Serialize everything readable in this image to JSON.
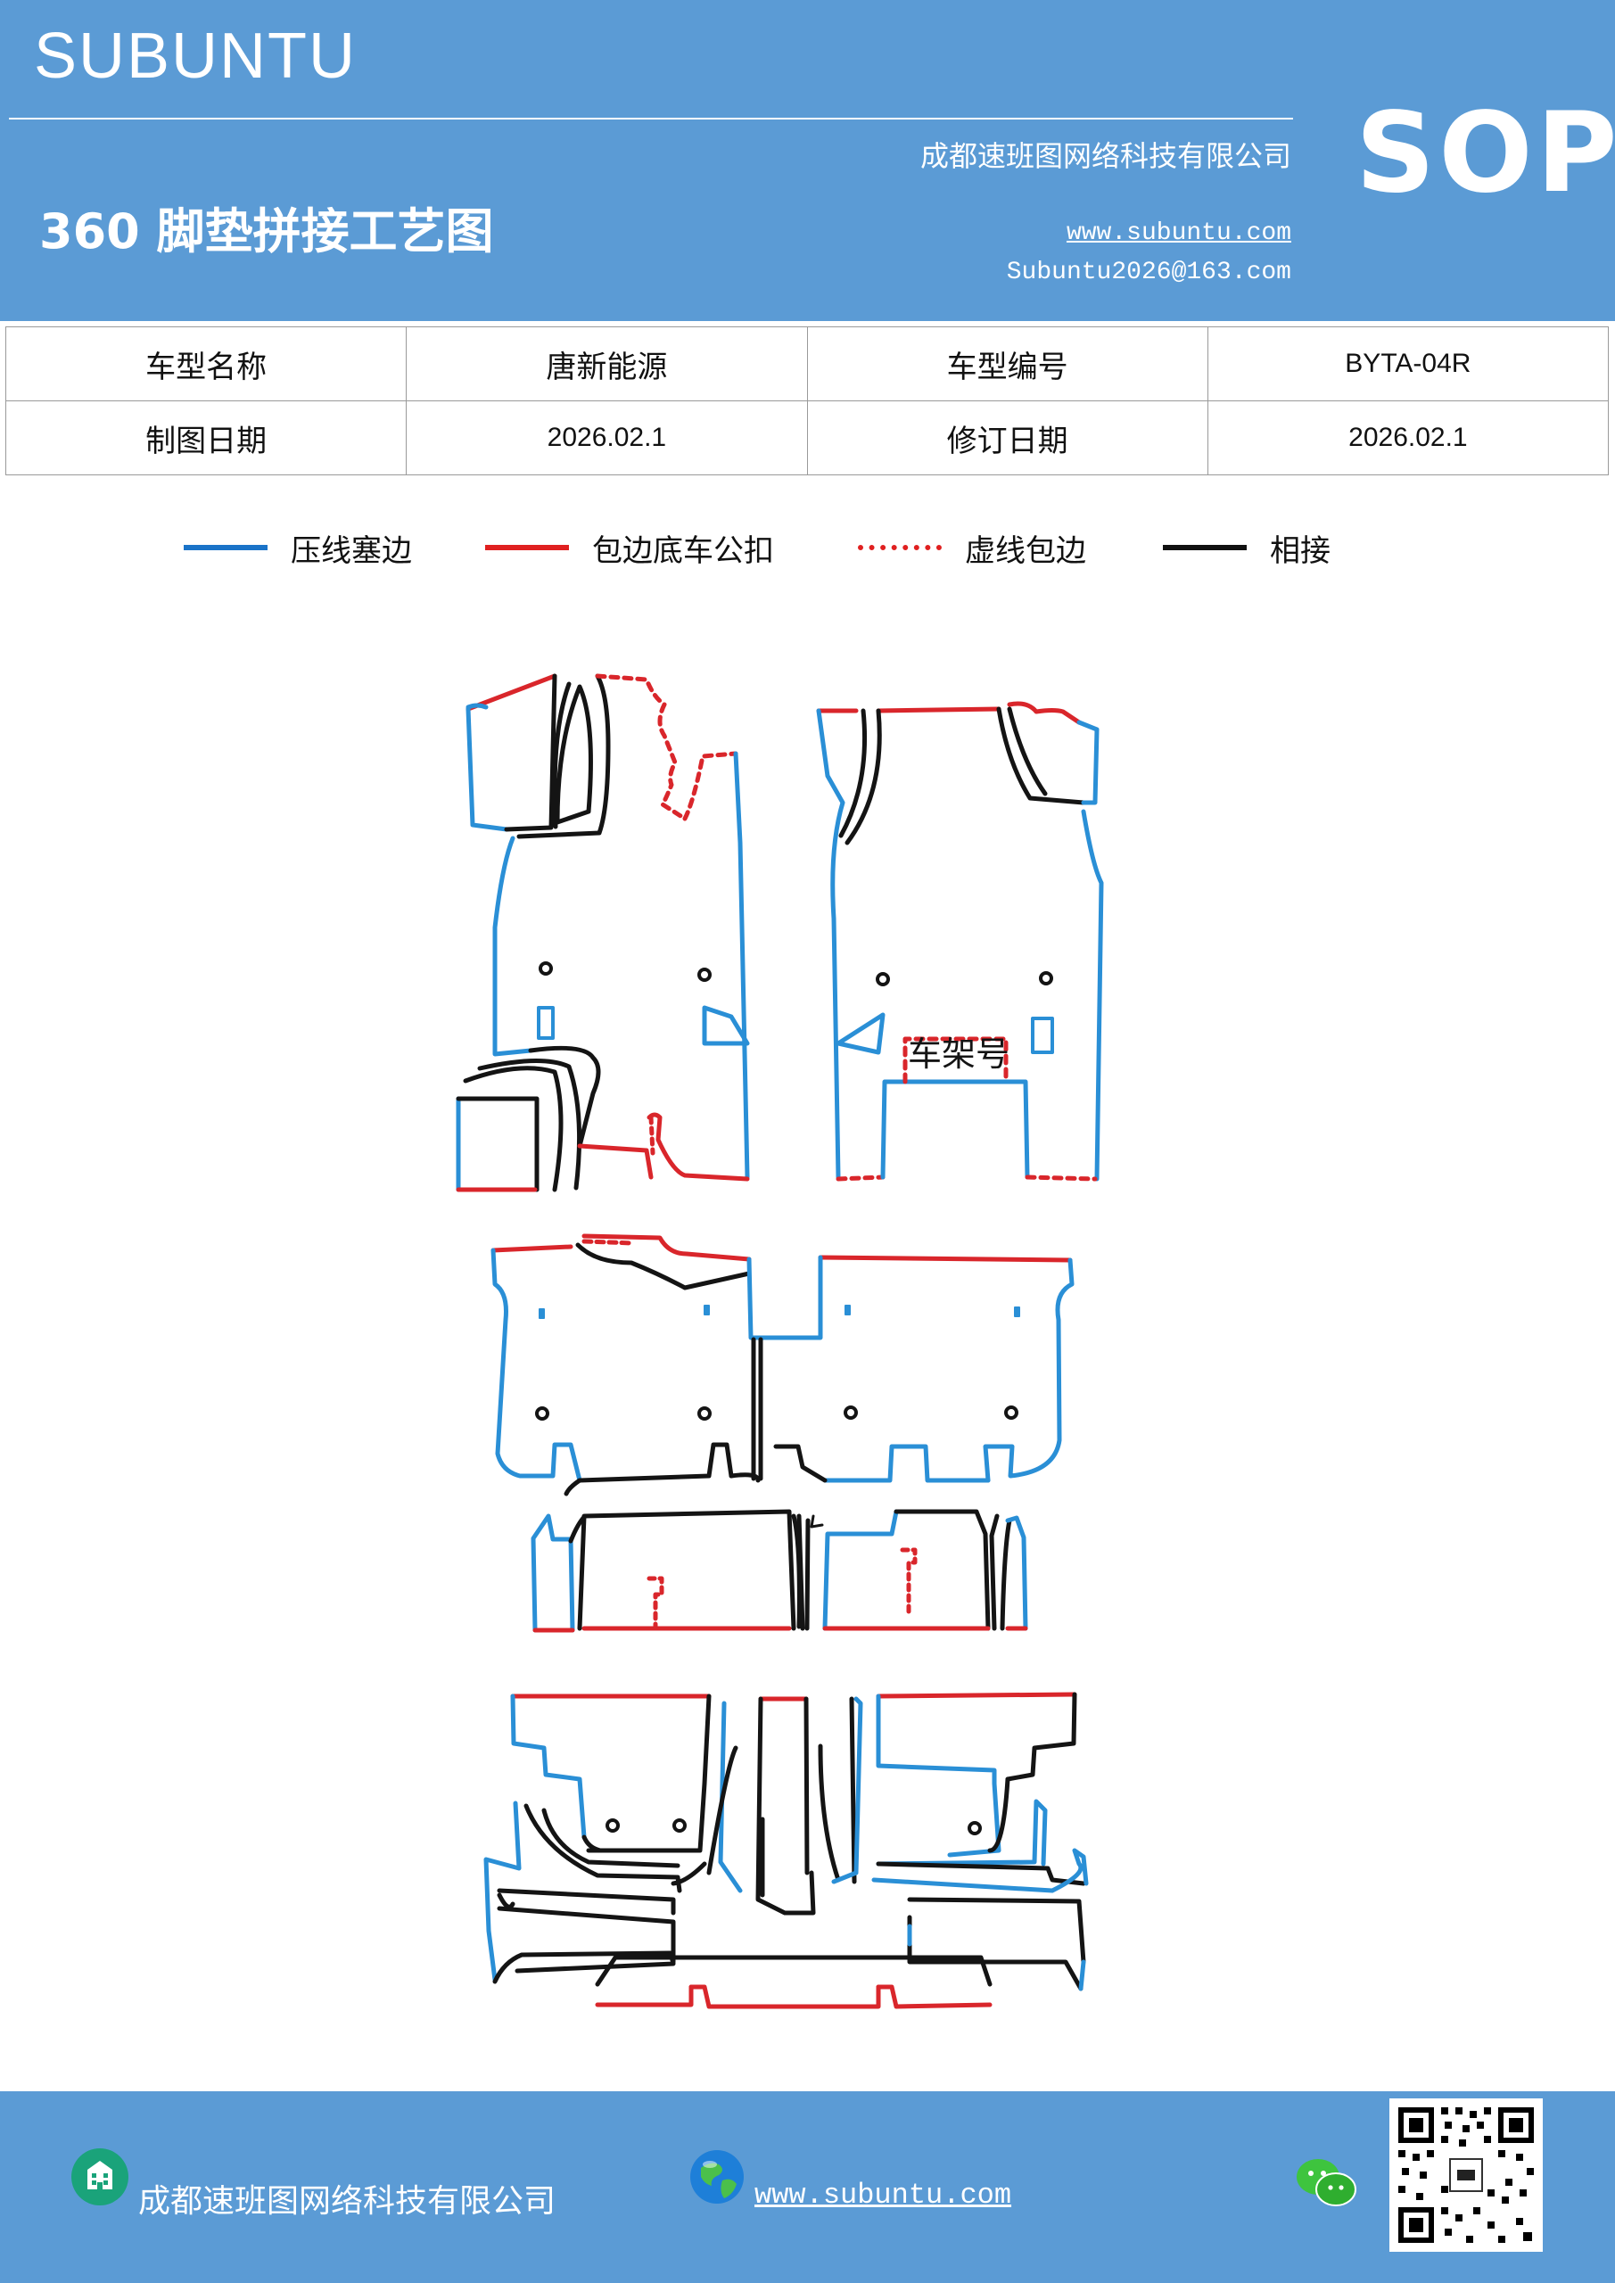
{
  "header": {
    "brand": "SUBUNTU",
    "doc_type": "SOP",
    "title": "360 脚垫拼接工艺图",
    "company": "成都速班图网络科技有限公司",
    "website": "www.subuntu.com",
    "email": "Subuntu2026@163.com"
  },
  "info_table": {
    "row1": {
      "label_a": "车型名称",
      "value_a": "唐新能源",
      "label_b": "车型编号",
      "value_b": "BYTA-04R"
    },
    "row2": {
      "label_a": "制图日期",
      "value_a": "2026.02.1",
      "label_b": "修订日期",
      "value_b": "2026.02.1"
    }
  },
  "legend": [
    {
      "label": "压线塞边",
      "color": "#1a73c8",
      "style": "solid"
    },
    {
      "label": "包边底车公扣",
      "color": "#e02020",
      "style": "solid"
    },
    {
      "label": "虚线包边",
      "color": "#e02020",
      "style": "dotted"
    },
    {
      "label": "相接",
      "color": "#111111",
      "style": "solid"
    }
  ],
  "diagram": {
    "frame_number_label": "车架号",
    "colors": {
      "blue": "#2a8fd6",
      "red": "#d9262b",
      "black": "#141414"
    }
  },
  "footer": {
    "company": "成都速班图网络科技有限公司",
    "website": "www.subuntu.com ",
    "icons": [
      "building-icon",
      "globe-icon",
      "wechat-icon",
      "qr-code"
    ]
  },
  "theme": {
    "header_bg": "#5b9bd5"
  }
}
